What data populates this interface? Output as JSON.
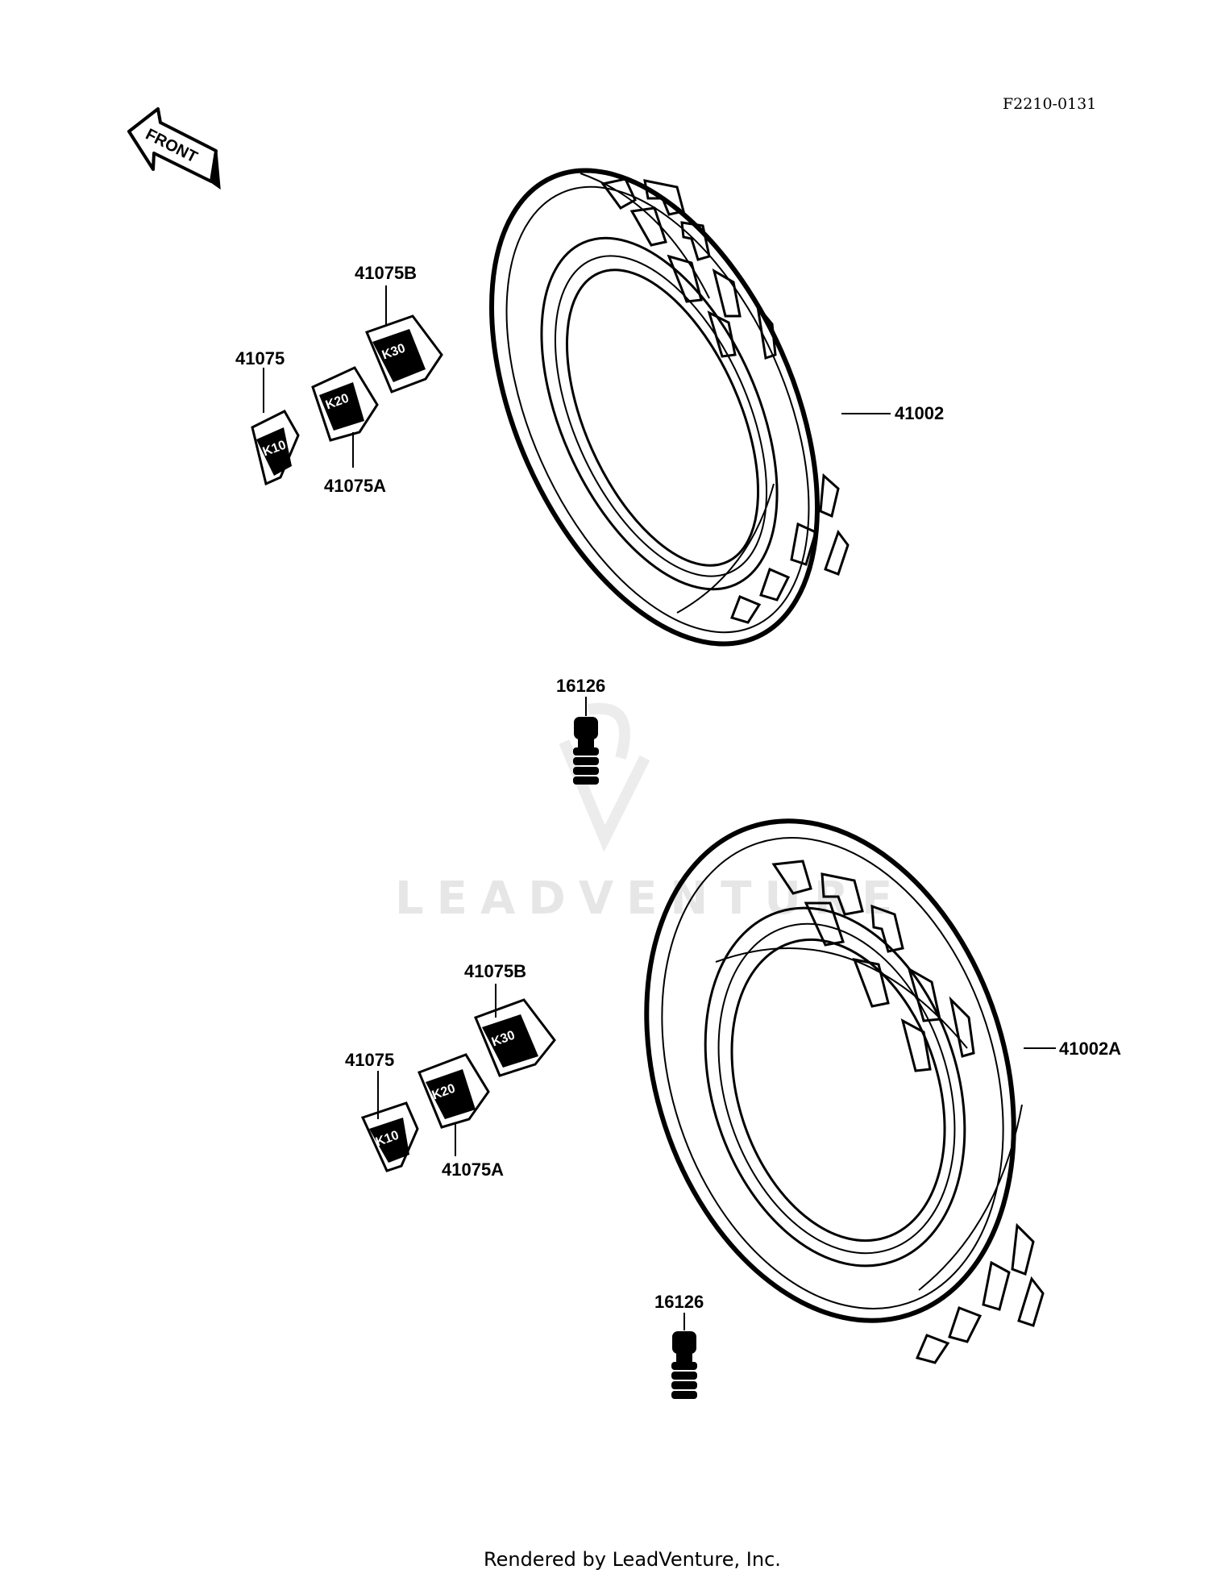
{
  "figure_code": "F2210-0131",
  "front_arrow_text": "FRONT",
  "watermark": "LEADVENTURE",
  "footer": "Rendered by LeadVenture, Inc.",
  "weight_marks": {
    "brand": "K",
    "w10": "10",
    "w20": "20",
    "w30": "30"
  },
  "labels": {
    "front_tire": "41002",
    "rear_tire": "41002A",
    "front_valve": "16126",
    "rear_valve": "16126",
    "front_weight": "41075",
    "front_weight_a": "41075A",
    "front_weight_b": "41075B",
    "rear_weight": "41075",
    "rear_weight_a": "41075A",
    "rear_weight_b": "41075B"
  }
}
